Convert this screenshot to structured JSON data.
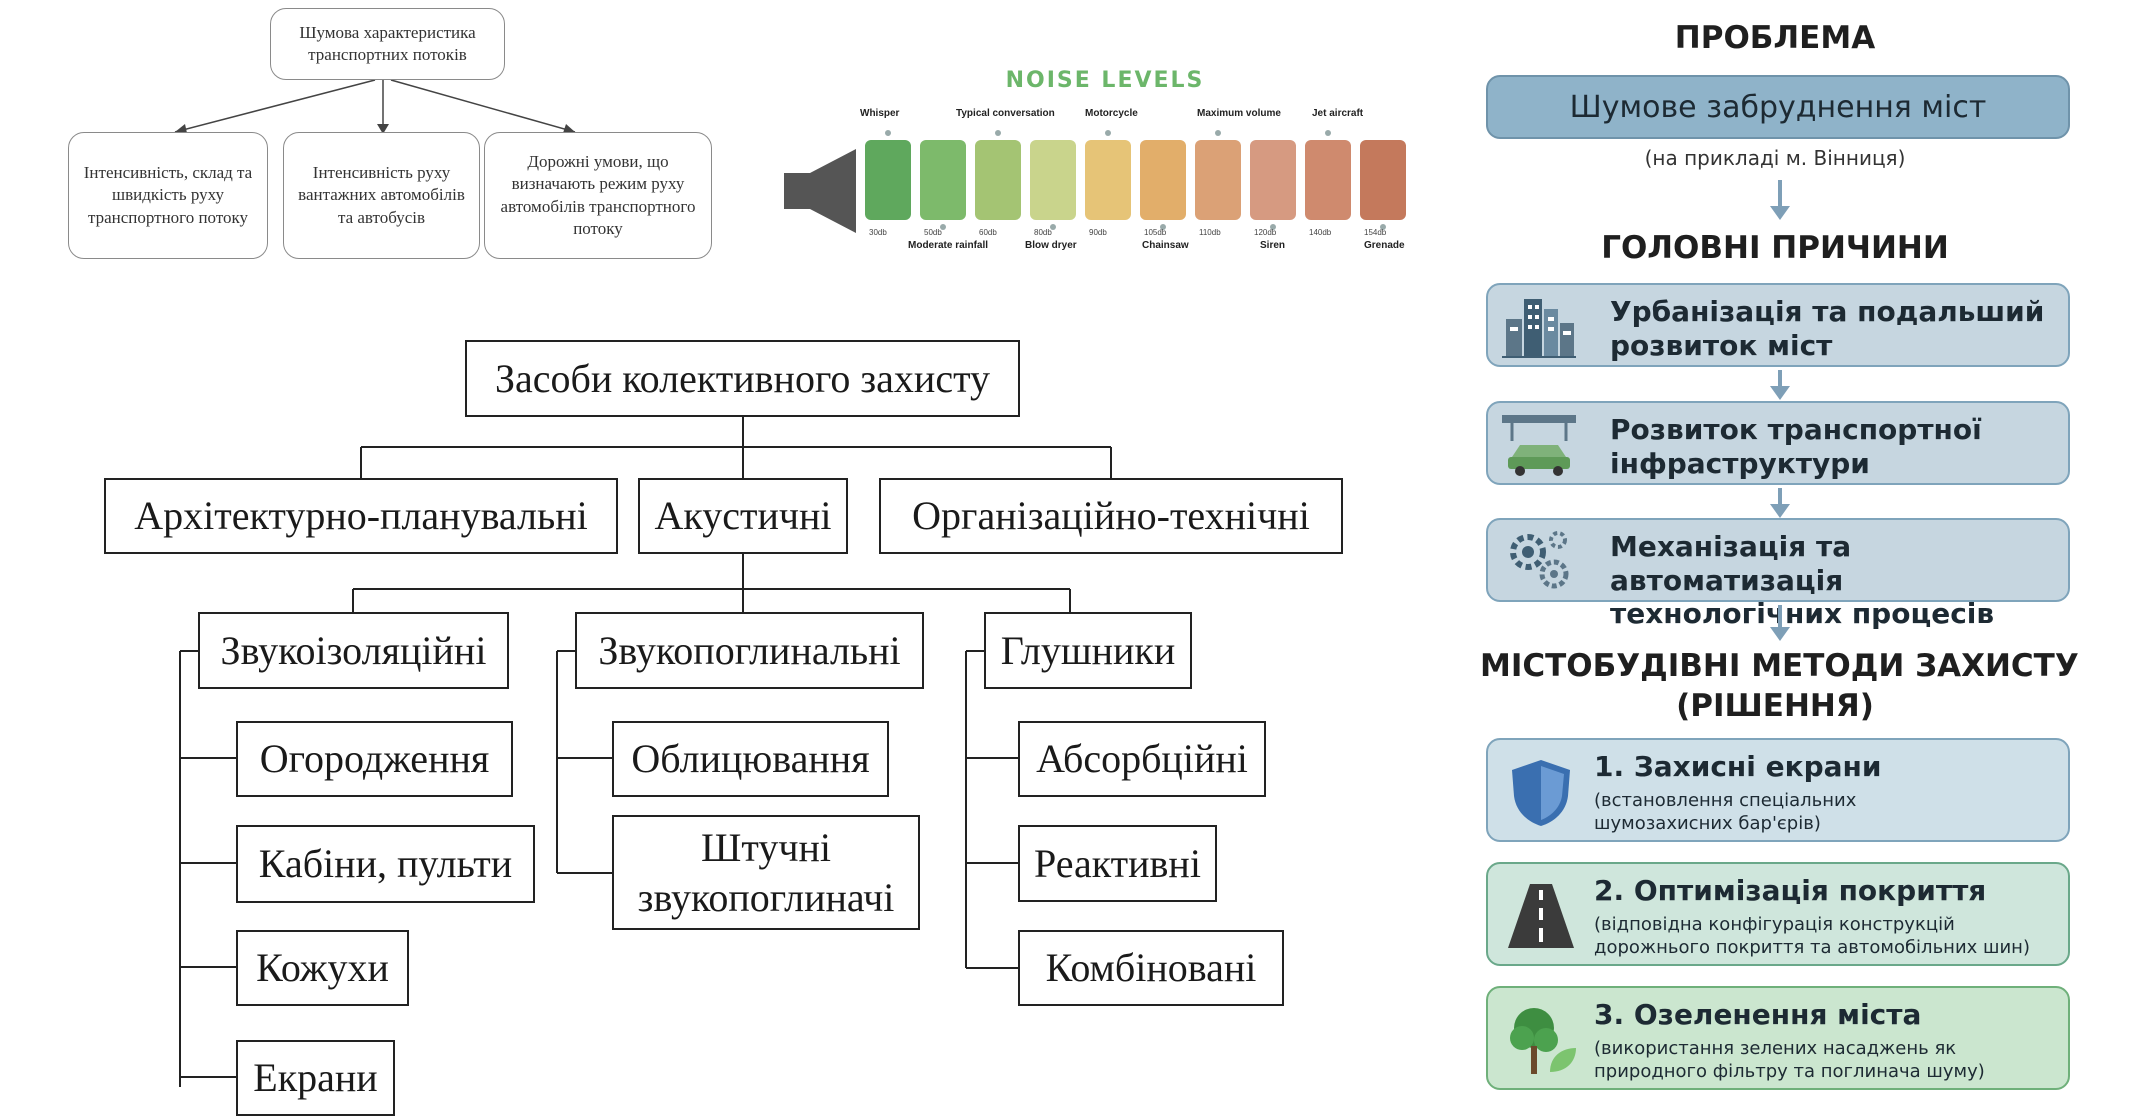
{
  "flow_top": {
    "root": "Шумова характеристика транспортних потоків",
    "children": [
      "Інтенсивність, склад та швидкість руху транспортного потоку",
      "Інтенсивність руху вантажних автомобілів та автобусів",
      "Дорожні умови, що визначають режим руху автомобілів транспортного потоку"
    ]
  },
  "noise_levels": {
    "title": "NOISE LEVELS",
    "top_labels": [
      "Whisper",
      "Typical conversation",
      "Motorcycle",
      "Maximum volume",
      "Jet aircraft"
    ],
    "bottom_labels": [
      "Moderate rainfall",
      "Blow dryer",
      "Chainsaw",
      "Siren",
      "Grenade"
    ],
    "levels": [
      "30db",
      "50db",
      "60db",
      "80db",
      "90db",
      "105db",
      "110db",
      "120db",
      "140db",
      "154db"
    ],
    "colors": [
      "#5fa85d",
      "#7dba6b",
      "#a4c473",
      "#c9d48c",
      "#e6c477",
      "#e2ae6a",
      "#dba176",
      "#d69a81",
      "#cf8a6e",
      "#c4795c"
    ]
  },
  "hierarchy": {
    "root": "Засоби колективного захисту",
    "level1": [
      "Архітектурно-планувальні",
      "Акустичні",
      "Організаційно-технічні"
    ],
    "groups": [
      {
        "title": "Звукоізоляційні",
        "items": [
          "Огородження",
          "Кабіни, пульти",
          "Кожухи",
          "Екрани"
        ]
      },
      {
        "title": "Звукопоглинальні",
        "items": [
          "Облицювання",
          "Штучні звукопоглиначі"
        ]
      },
      {
        "title": "Глушники",
        "items": [
          "Абсорбційні",
          "Реактивні",
          "Комбіновані"
        ]
      }
    ]
  },
  "infographic": {
    "problem_heading": "ПРОБЛЕМА",
    "problem": "Шумове забруднення міст",
    "problem_note": "(на прикладі м. Вінниця)",
    "causes_heading": "ГОЛОВНІ ПРИЧИНИ",
    "causes": [
      {
        "icon": "city-buildings-icon",
        "text": "Урбанізація та подальший розвиток міст"
      },
      {
        "icon": "car-road-icon",
        "text": "Розвиток транспортної інфраструктури"
      },
      {
        "icon": "gears-icon",
        "text": "Механізація та автоматизація технологічних процесів"
      }
    ],
    "methods_heading": "МІСТОБУДІВНІ МЕТОДИ ЗАХИСТУ",
    "methods_heading_2": "(РІШЕННЯ)",
    "solutions": [
      {
        "icon": "shield-icon",
        "title": "1. Захисні екрани",
        "lines": [
          "(встановлення спеціальних",
          "шумозахисних бар'єрів)"
        ]
      },
      {
        "icon": "road-icon",
        "title": "2. Оптимізація покриття",
        "lines": [
          "(відповідна конфігурація конструкцій",
          "дорожнього покриття та автомобільних шин)"
        ]
      },
      {
        "icon": "tree-leaf-icon",
        "title": "3. Озеленення міста",
        "lines": [
          "(використання зелених насаджень як",
          "природного фільтру та поглинача шуму)"
        ]
      }
    ],
    "colors": {
      "problem": "#8fb3c9",
      "cause": "#c6d6e0",
      "sol1": "#cfe0e8",
      "sol2": "#cfe6dc",
      "sol3": "#cbe6cf",
      "arrow": "#7e9fb7"
    }
  }
}
